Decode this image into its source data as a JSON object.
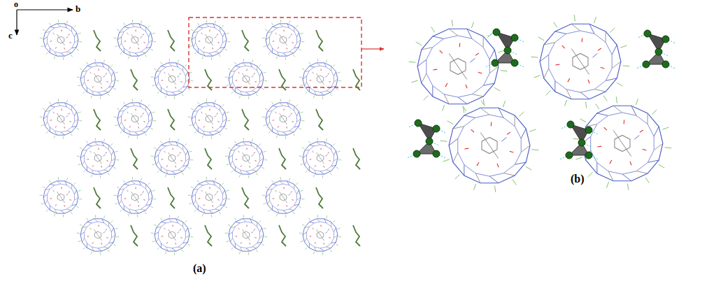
{
  "diagram": {
    "labels": [
      "o",
      "b",
      "c",
      "(a)",
      "(b)"
    ]
  }
}
